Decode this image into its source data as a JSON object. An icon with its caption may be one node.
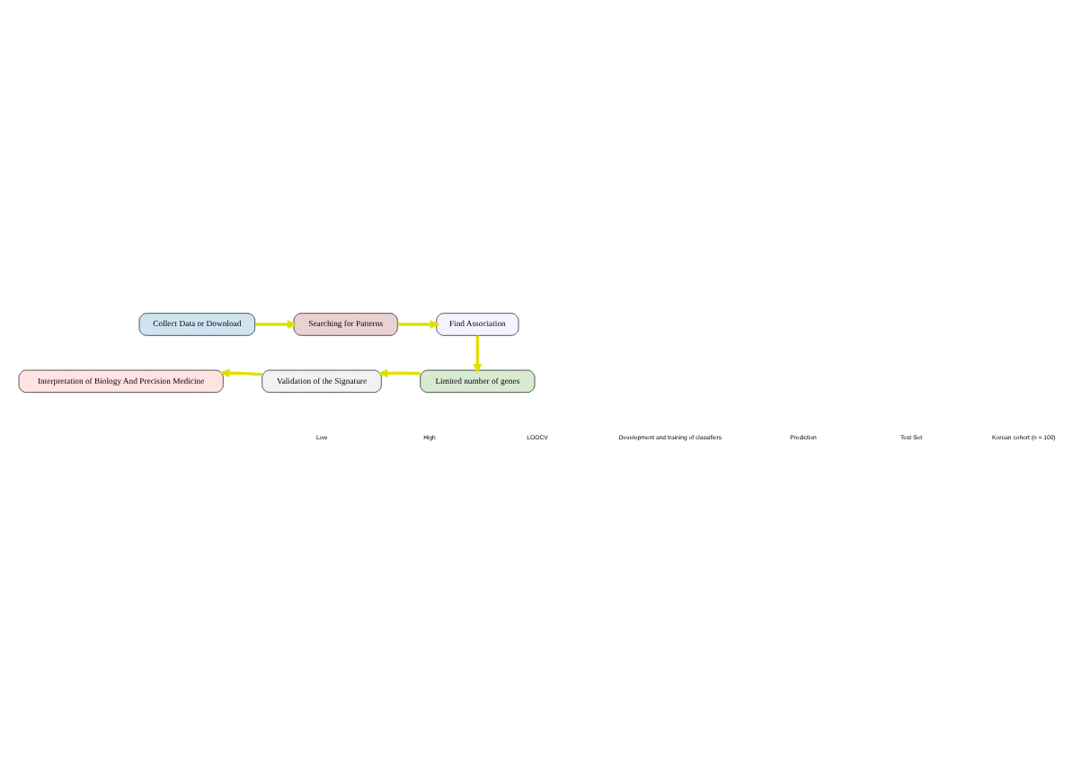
{
  "diagram": {
    "nodes": [
      {
        "text": [
          "Collect Data or Download"
        ]
      },
      {
        "text": [
          "Searching for Patterns"
        ]
      },
      {
        "text": [
          "Find Association"
        ]
      },
      {
        "text": [
          "Limited number of genes"
        ]
      },
      {
        "text": [
          "Validation of the Signature"
        ]
      },
      {
        "text": [
          "Interpretation of Biology And Precision Medicine"
        ]
      }
    ],
    "edges": [
      {
        "from": 0,
        "to": 1,
        "arrow": "to"
      },
      {
        "from": 1,
        "to": 2,
        "arrow": "to"
      },
      {
        "from": 2,
        "to": 3,
        "arrow": "to"
      },
      {
        "from": 3,
        "to": 4,
        "arrow": "to"
      },
      {
        "from": 4,
        "to": 5,
        "arrow": "to"
      }
    ],
    "labels": [
      "Low",
      "High",
      "LOOCV",
      "Development and training of classifiers",
      "Prediction",
      "Test Set",
      "Korean cohort (n = 100)"
    ]
  }
}
